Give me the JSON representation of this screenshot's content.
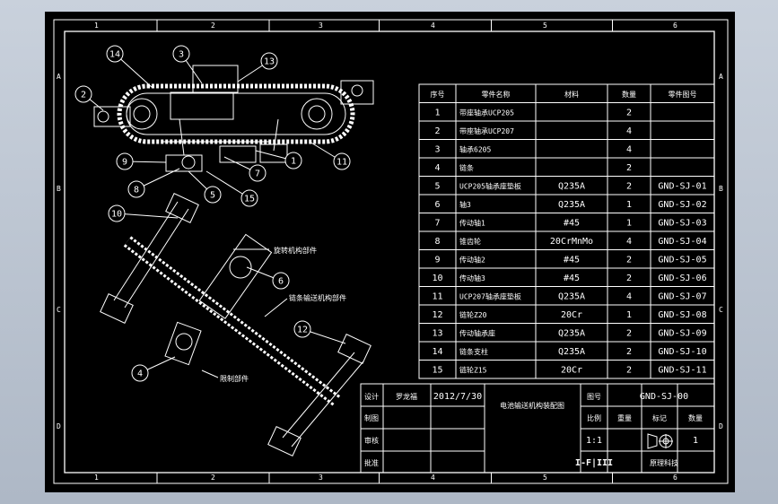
{
  "zones": {
    "top": [
      "1",
      "2",
      "3",
      "4",
      "5",
      "6"
    ],
    "side": [
      "A",
      "B",
      "C",
      "D"
    ]
  },
  "balloons": [
    {
      "label": "14"
    },
    {
      "label": "3"
    },
    {
      "label": "13"
    },
    {
      "label": "2"
    },
    {
      "label": "9"
    },
    {
      "label": "1"
    },
    {
      "label": "11"
    },
    {
      "label": "7"
    },
    {
      "label": "8"
    },
    {
      "label": "5"
    },
    {
      "label": "15"
    },
    {
      "label": "10"
    },
    {
      "label": "6"
    },
    {
      "label": "12"
    },
    {
      "label": "4"
    }
  ],
  "notes": [
    {
      "text": "旋转机构部件"
    },
    {
      "text": "链条输送机构部件"
    },
    {
      "text": "限制部件"
    }
  ],
  "bom": {
    "headers": [
      "序号",
      "零件名称",
      "材料",
      "数量",
      "零件图号"
    ],
    "rows": [
      [
        "1",
        "带座轴承UCP205",
        "",
        "2",
        ""
      ],
      [
        "2",
        "带座轴承UCP207",
        "",
        "4",
        ""
      ],
      [
        "3",
        "轴承6205",
        "",
        "4",
        ""
      ],
      [
        "4",
        "链条",
        "",
        "2",
        ""
      ],
      [
        "5",
        "UCP205轴承座垫板",
        "Q235A",
        "2",
        "GND-SJ-01"
      ],
      [
        "6",
        "轴3",
        "Q235A",
        "1",
        "GND-SJ-02"
      ],
      [
        "7",
        "传动轴1",
        "#45",
        "1",
        "GND-SJ-03"
      ],
      [
        "8",
        "锥齿轮",
        "20CrMnMo",
        "4",
        "GND-SJ-04"
      ],
      [
        "9",
        "传动轴2",
        "#45",
        "2",
        "GND-SJ-05"
      ],
      [
        "10",
        "传动轴3",
        "#45",
        "2",
        "GND-SJ-06"
      ],
      [
        "11",
        "UCP207轴承座垫板",
        "Q235A",
        "4",
        "GND-SJ-07"
      ],
      [
        "12",
        "链轮Z20",
        "20Cr",
        "1",
        "GND-SJ-08"
      ],
      [
        "13",
        "传动轴承座",
        "Q235A",
        "2",
        "GND-SJ-09"
      ],
      [
        "14",
        "链条支柱",
        "Q235A",
        "2",
        "GND-SJ-10"
      ],
      [
        "15",
        "链轮Z15",
        "20Cr",
        "2",
        "GND-SJ-11"
      ]
    ]
  },
  "title_block": {
    "design_label": "设计",
    "designer": "罗龙福",
    "date": "2012/7/30",
    "title": "电池输送机构装配图",
    "drawing_no_label": "图号",
    "drawing_no": "GND-SJ-00",
    "scale_label": "比例",
    "weight_label": "重量",
    "mark_label": "标记",
    "qty_label": "数量",
    "scale": "1:1",
    "qty": "1",
    "draw_label": "制图",
    "check_label": "审核",
    "approve_label": "批准",
    "school": "I-F|III",
    "school2": "原理科技"
  }
}
